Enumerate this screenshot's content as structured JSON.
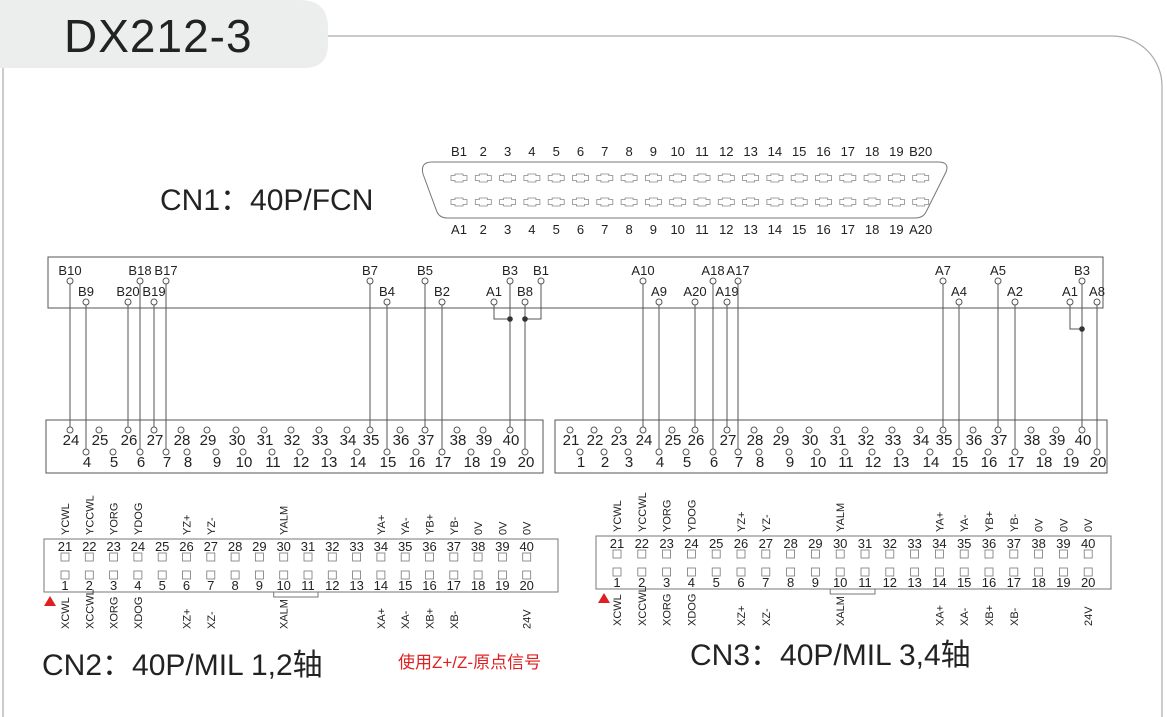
{
  "title": "DX212-3",
  "cn1": {
    "label": "CN1：40P/FCN",
    "top_pins": [
      "B1",
      "2",
      "3",
      "4",
      "5",
      "6",
      "7",
      "8",
      "9",
      "10",
      "11",
      "12",
      "13",
      "14",
      "15",
      "16",
      "17",
      "18",
      "19",
      "B20"
    ],
    "bottom_pins": [
      "A1",
      "2",
      "3",
      "4",
      "5",
      "6",
      "7",
      "8",
      "9",
      "10",
      "11",
      "12",
      "13",
      "14",
      "15",
      "16",
      "17",
      "18",
      "19",
      "A20"
    ]
  },
  "left_block": {
    "top_terminals": [
      "24",
      "25",
      "26",
      "27",
      "28",
      "29",
      "30",
      "31",
      "32",
      "33",
      "34",
      "35",
      "36",
      "37",
      "38",
      "39",
      "40"
    ],
    "bottom_terminals": [
      "4",
      "5",
      "6",
      "7",
      "8",
      "9",
      "10",
      "11",
      "12",
      "13",
      "14",
      "15",
      "16",
      "17",
      "18",
      "19",
      "20"
    ],
    "wires": [
      {
        "signal": "B10",
        "terminal": "24"
      },
      {
        "signal": "B9",
        "terminal": "4"
      },
      {
        "signal": "B20",
        "terminal": "26"
      },
      {
        "signal": "B18",
        "terminal": "6"
      },
      {
        "signal": "B19",
        "terminal": "27"
      },
      {
        "signal": "B17",
        "terminal": "7"
      },
      {
        "signal": "B7",
        "terminal": "35"
      },
      {
        "signal": "B4",
        "terminal": "15"
      },
      {
        "signal": "B5",
        "terminal": "37"
      },
      {
        "signal": "B2",
        "terminal": "17"
      },
      {
        "signal": "B3",
        "terminal": "40"
      },
      {
        "signal": "B8",
        "terminal": "20"
      }
    ],
    "junctions": [
      {
        "signal": "A1",
        "joins": "B3"
      },
      {
        "signal": "B1",
        "joins": "B8"
      }
    ]
  },
  "right_block": {
    "top_terminals": [
      "21",
      "22",
      "23",
      "24",
      "25",
      "26",
      "27",
      "28",
      "29",
      "30",
      "31",
      "32",
      "33",
      "34",
      "35",
      "36",
      "37",
      "38",
      "39",
      "40"
    ],
    "bottom_terminals": [
      "1",
      "2",
      "3",
      "4",
      "5",
      "6",
      "7",
      "8",
      "9",
      "10",
      "11",
      "12",
      "13",
      "14",
      "15",
      "16",
      "17",
      "18",
      "19",
      "20"
    ],
    "wires": [
      {
        "signal": "A10",
        "terminal": "24"
      },
      {
        "signal": "A9",
        "terminal": "4"
      },
      {
        "signal": "A20",
        "terminal": "26"
      },
      {
        "signal": "A18",
        "terminal": "6"
      },
      {
        "signal": "A19",
        "terminal": "27"
      },
      {
        "signal": "A17",
        "terminal": "7"
      },
      {
        "signal": "A7",
        "terminal": "35"
      },
      {
        "signal": "A4",
        "terminal": "15"
      },
      {
        "signal": "A5",
        "terminal": "37"
      },
      {
        "signal": "A2",
        "terminal": "17"
      },
      {
        "signal": "B3",
        "terminal": "40"
      },
      {
        "signal": "A8",
        "terminal": "20"
      }
    ],
    "junctions": [
      {
        "signal": "A1",
        "joins": "B3"
      }
    ]
  },
  "mil_pins_top": [
    "21",
    "22",
    "23",
    "24",
    "25",
    "26",
    "27",
    "28",
    "29",
    "30",
    "31",
    "32",
    "33",
    "34",
    "35",
    "36",
    "37",
    "38",
    "39",
    "40"
  ],
  "mil_pins_bottom": [
    "1",
    "2",
    "3",
    "4",
    "5",
    "6",
    "7",
    "8",
    "9",
    "10",
    "11",
    "12",
    "13",
    "14",
    "15",
    "16",
    "17",
    "18",
    "19",
    "20"
  ],
  "mil_signals_top": [
    "YCWL",
    "YCCWL",
    "YORG",
    "YDOG",
    "",
    "YZ+",
    "YZ-",
    "",
    "",
    "YALM",
    "",
    "",
    "",
    "YA+",
    "YA-",
    "YB+",
    "YB-",
    "0V",
    "0V",
    "0V"
  ],
  "mil_signals_bottom": [
    "XCWL",
    "XCCWL",
    "XORG",
    "XDOG",
    "",
    "XZ+",
    "XZ-",
    "",
    "",
    "XALM",
    "",
    "",
    "",
    "XA+",
    "XA-",
    "XB+",
    "XB-",
    "",
    "",
    "24V"
  ],
  "cn2": {
    "label": "CN2：40P/MIL 1,2轴"
  },
  "cn3": {
    "label": "CN3：40P/MIL 3,4轴"
  },
  "note": "使用Z+/Z-原点信号",
  "colors": {
    "accent_red": "#e02020",
    "line": "#555555",
    "tab_bg": "#eceeee"
  }
}
